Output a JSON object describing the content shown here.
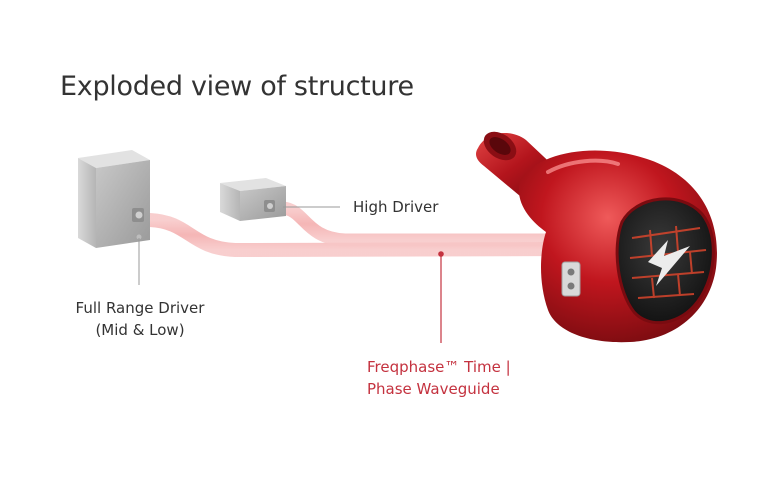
{
  "title": "Exploded view of structure",
  "labels": {
    "full_range_line1": "Full Range Driver",
    "full_range_line2": "(Mid & Low)",
    "high_driver": "High Driver",
    "waveguide_line1": "Freqphase™ Time |",
    "waveguide_line2": "Phase Waveguide"
  },
  "colors": {
    "accent": "#c4323f",
    "waveguide": "#f4b6b6",
    "shell": "#b3141c"
  }
}
